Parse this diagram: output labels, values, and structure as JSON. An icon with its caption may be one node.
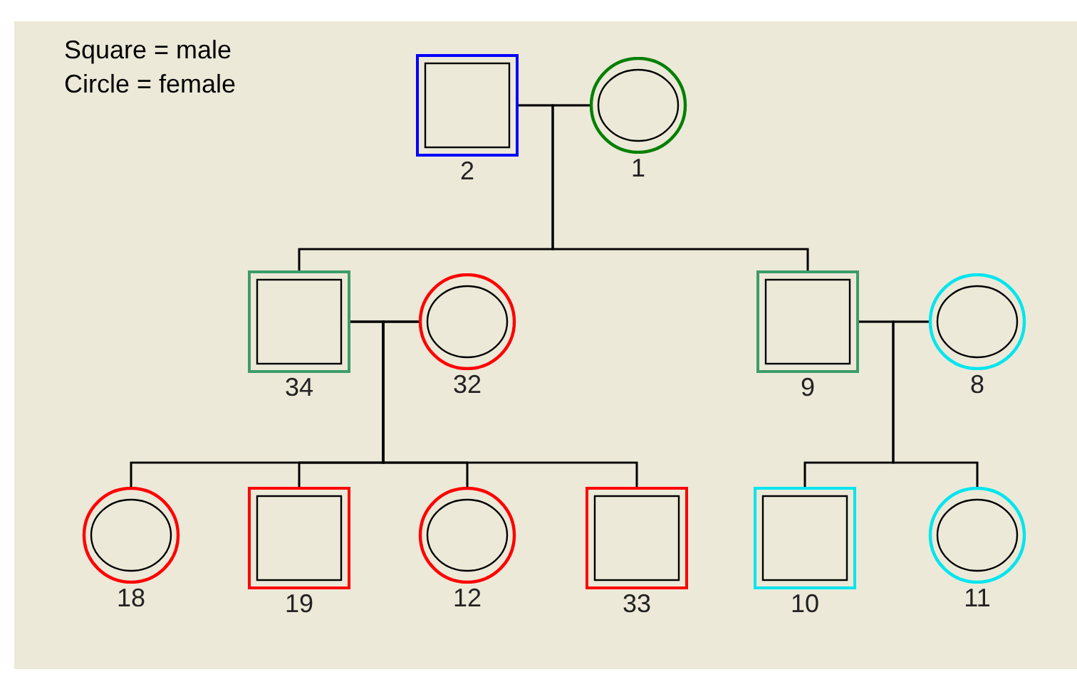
{
  "diagram": {
    "nodes": [
      {
        "text": [
          "2"
        ]
      },
      {
        "text": [
          "1"
        ]
      },
      {
        "text": [
          "34"
        ]
      },
      {
        "text": [
          "32"
        ]
      },
      {
        "text": [
          "9"
        ]
      },
      {
        "text": [
          "8"
        ]
      },
      {
        "text": [
          "18"
        ]
      },
      {
        "text": [
          "19"
        ]
      },
      {
        "text": [
          "12"
        ]
      },
      {
        "text": [
          "33"
        ]
      },
      {
        "text": [
          "10"
        ]
      },
      {
        "text": [
          "11"
        ]
      }
    ],
    "edges": [
      {
        "from": 0,
        "to": 1,
        "arrow": "none"
      },
      {
        "from": 0,
        "to": 2,
        "arrow": "none"
      },
      {
        "from": 1,
        "to": 2,
        "arrow": "none"
      },
      {
        "from": 0,
        "to": 4,
        "arrow": "none"
      },
      {
        "from": 1,
        "to": 4,
        "arrow": "none"
      },
      {
        "from": 2,
        "to": 3,
        "arrow": "none"
      },
      {
        "from": 2,
        "to": 6,
        "arrow": "none"
      },
      {
        "from": 3,
        "to": 6,
        "arrow": "none"
      },
      {
        "from": 2,
        "to": 7,
        "arrow": "none"
      },
      {
        "from": 3,
        "to": 7,
        "arrow": "none"
      },
      {
        "from": 2,
        "to": 8,
        "arrow": "none"
      },
      {
        "from": 3,
        "to": 8,
        "arrow": "none"
      },
      {
        "from": 2,
        "to": 9,
        "arrow": "none"
      },
      {
        "from": 3,
        "to": 9,
        "arrow": "none"
      },
      {
        "from": 4,
        "to": 5,
        "arrow": "none"
      },
      {
        "from": 4,
        "to": 10,
        "arrow": "none"
      },
      {
        "from": 5,
        "to": 10,
        "arrow": "none"
      },
      {
        "from": 4,
        "to": 11,
        "arrow": "none"
      },
      {
        "from": 5,
        "to": 11,
        "arrow": "none"
      }
    ],
    "labels": [
      "Square = male",
      "Circle = female"
    ]
  }
}
